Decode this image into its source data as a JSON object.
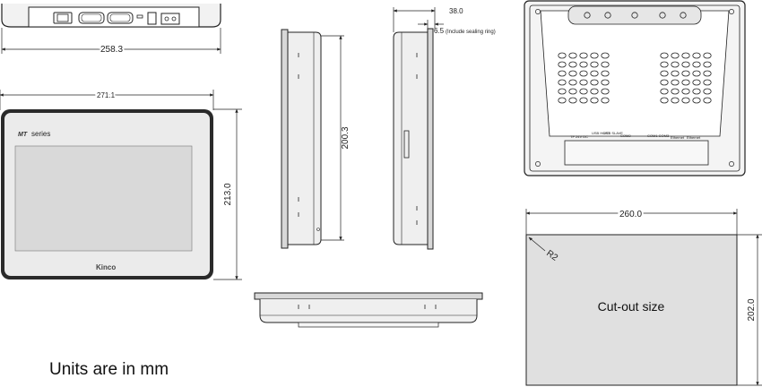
{
  "dimensions": {
    "top_view_width": "258.3",
    "front_width": "271.1",
    "front_height": "213.0",
    "side_height": "200.3",
    "side_depth": "38.0",
    "sealing_offset": "6.5",
    "sealing_note": "(Include sealing ring)",
    "cutout_width": "260.0",
    "cutout_height": "202.0",
    "corner_radius": "R2"
  },
  "labels": {
    "series": "series",
    "brand": "Kinco",
    "cutout": "Cut-out size",
    "units_note": "Units are in mm",
    "rear_ports": [
      "TF 24V DC",
      "USB HOST",
      "USB SLAVE",
      "COM2",
      "COM1 COM3",
      "Ethernet",
      "Ethernet"
    ]
  },
  "colors": {
    "line": "#222222",
    "panel_fill": "#e6e6e6",
    "screen_fill": "#d9d9d9",
    "cutout_fill": "#e0e0e0"
  }
}
